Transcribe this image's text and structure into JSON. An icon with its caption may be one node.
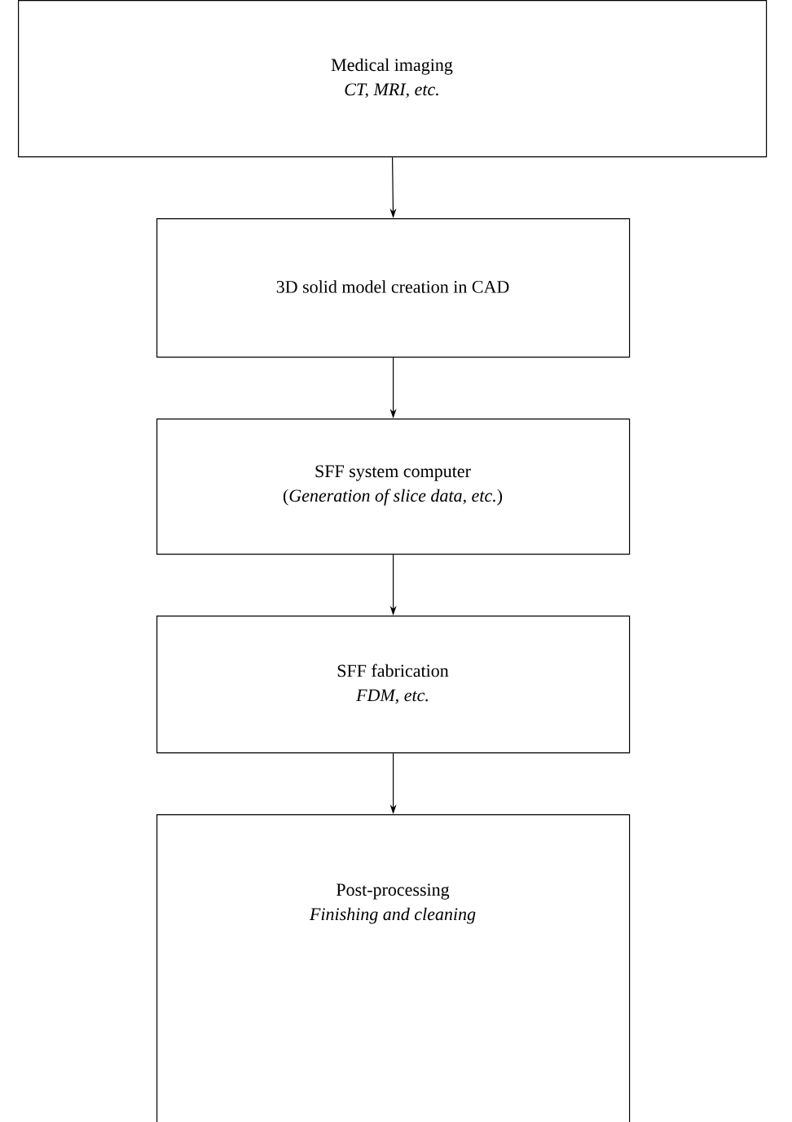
{
  "diagram": {
    "nodes": [
      {
        "text": [
          "Medical imaging",
          "CT, MRI, etc."
        ]
      },
      {
        "text": [
          "3D solid model creation in CAD"
        ]
      },
      {
        "text": [
          "SFF system computer",
          "(*Generation of slice data, etc.*)"
        ]
      },
      {
        "text": [
          "SFF fabrication",
          "FDM, etc."
        ]
      },
      {
        "text": [
          "Post-processing",
          "Finishing and cleaning"
        ]
      }
    ],
    "edges": [
      {
        "from": 0,
        "to": 1,
        "arrow": "to"
      },
      {
        "from": 1,
        "to": 2,
        "arrow": "to"
      },
      {
        "from": 2,
        "to": 3,
        "arrow": "to"
      },
      {
        "from": 3,
        "to": 4,
        "arrow": "to"
      }
    ]
  }
}
